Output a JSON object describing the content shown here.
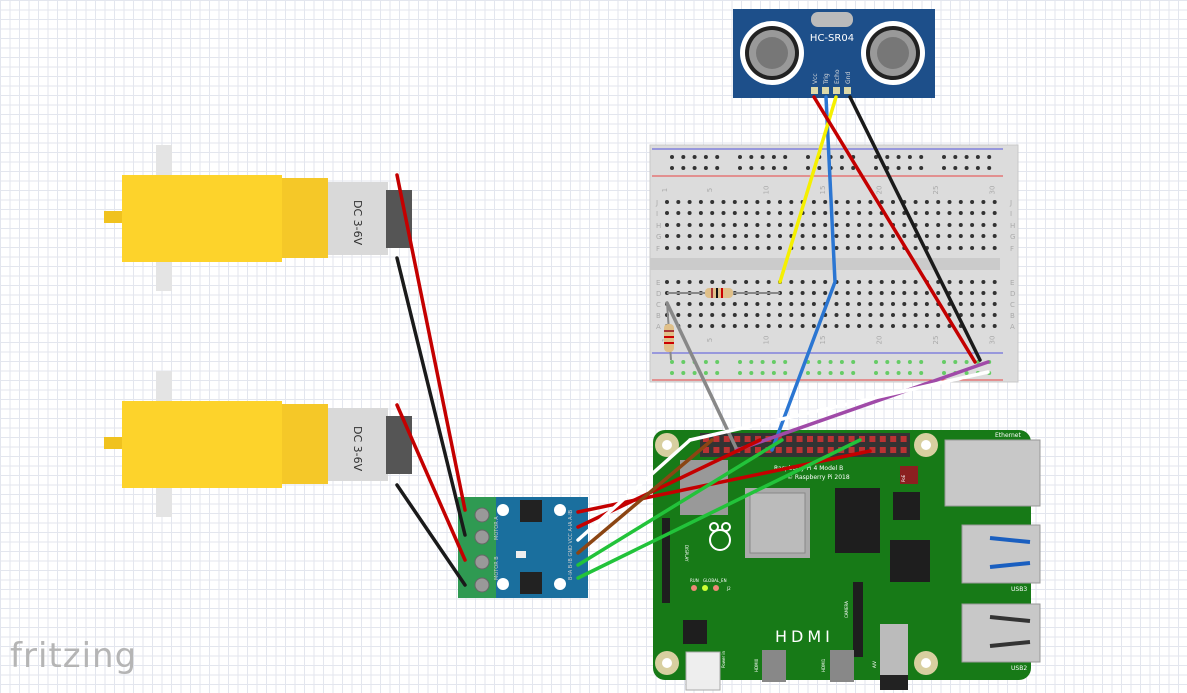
{
  "logo": "fritzing",
  "sensor": {
    "name": "HC-SR04",
    "pins": [
      "Vcc",
      "Trig",
      "Echo",
      "Gnd"
    ]
  },
  "motors": [
    {
      "label": "DC 3-6V"
    },
    {
      "label": "DC 3-6V"
    }
  ],
  "driver": {
    "motor_a": "MOTOR A",
    "motor_b": "MOTOR B",
    "pins": "B-IA B-IB GND VCC A-IA A-IB"
  },
  "breadboard": {
    "columns": [
      "1",
      "5",
      "10",
      "15",
      "20",
      "25",
      "30"
    ],
    "rows_top": [
      "J",
      "I",
      "H",
      "G",
      "F"
    ],
    "rows_bottom": [
      "E",
      "D",
      "C",
      "B",
      "A"
    ]
  },
  "pi": {
    "title": "Raspberry Pi 4 Model B",
    "copyright": "© Raspberry Pi 2018",
    "ethernet": "Ethernet",
    "usb3": "USB3",
    "usb2": "USB2",
    "hdmi": "HDMI",
    "hdmi0": "HDMI0",
    "hdmi1": "HDMI1",
    "display": "DISPLAY",
    "camera": "CAMERA",
    "run": "RUN",
    "global_en": "GLOBAL_EN",
    "j2": "J2",
    "power": "Power in",
    "poe": "PoE",
    "a_v": "A/V"
  },
  "colors": {
    "pi_board": "#177a17",
    "driver": "#1a6f9e",
    "sensor": "#1d4f8a",
    "motor": "#fdd32b",
    "wire_red": "#c40000",
    "wire_black": "#1a1a1a",
    "wire_blue": "#2b76d2",
    "wire_yellow": "#f5f000",
    "wire_green": "#22c33a",
    "wire_purple": "#a04aa8"
  }
}
